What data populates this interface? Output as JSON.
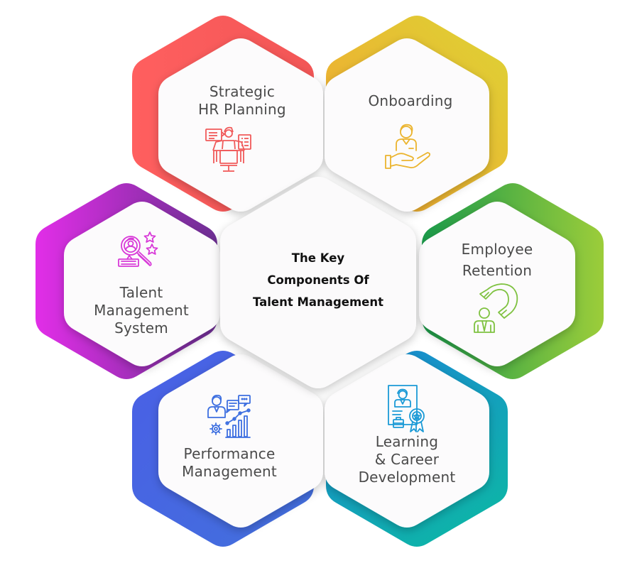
{
  "diagram": {
    "title_lines": [
      "The Key",
      "Components Of",
      "Talent Management"
    ],
    "components": [
      {
        "id": "strategic-hr-planning",
        "label_lines": [
          "Strategic",
          "HR Planning"
        ],
        "icon": "hr-planning-desk-icon",
        "color_start": "#ff5f5f",
        "color_end": "#f25656",
        "icon_color": "#f05a5a",
        "position": "top-left"
      },
      {
        "id": "onboarding",
        "label_lines": [
          "Onboarding"
        ],
        "icon": "hand-holding-person-icon",
        "color_start": "#f3a431",
        "color_end": "#ddd334",
        "icon_color": "#ebb42e",
        "position": "top-right"
      },
      {
        "id": "employee-retention",
        "label_lines": [
          "Employee",
          "Retention"
        ],
        "icon": "magnet-person-icon",
        "color_start": "#1a9a4a",
        "color_end": "#9ccd3a",
        "icon_color": "#7fc241",
        "position": "right"
      },
      {
        "id": "learning-career-development",
        "label_lines": [
          "Learning",
          "& Career",
          "Development"
        ],
        "icon": "certificate-award-icon",
        "color_start": "#1b86d6",
        "color_end": "#0eb3a9",
        "icon_color": "#1b9ad6",
        "position": "bottom-right"
      },
      {
        "id": "performance-management",
        "label_lines": [
          "Performance",
          "Management"
        ],
        "icon": "performance-chart-icon",
        "color_start": "#4a5fe6",
        "color_end": "#4270dc",
        "icon_color": "#3d6fe0",
        "position": "bottom-left"
      },
      {
        "id": "talent-management-system",
        "label_lines": [
          "Talent",
          "Management",
          "System"
        ],
        "icon": "talent-search-stars-icon",
        "color_start": "#e22ee8",
        "color_end": "#6d2f93",
        "icon_color": "#d83ad8",
        "position": "left"
      }
    ]
  }
}
